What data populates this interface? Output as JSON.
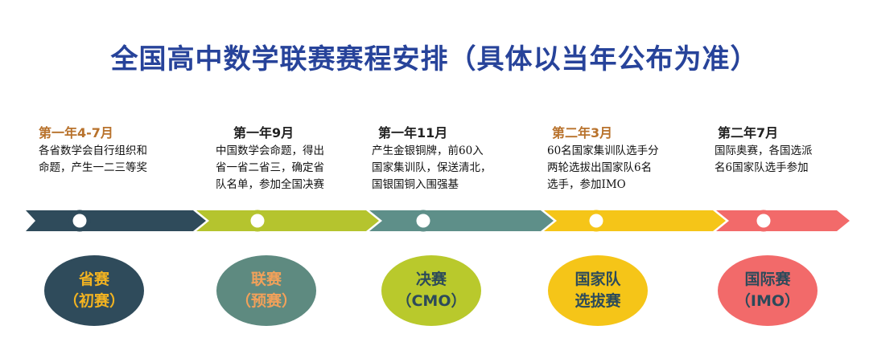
{
  "title": "全国高中数学联赛赛程安排（具体以当年公布为准）",
  "stages": [
    {
      "date": "第一年4-7月",
      "desc": "各省数学会自行组织和\n命题，产生一二三等奖",
      "name_line1": "省赛",
      "name_line2": "（初赛）",
      "color": "#2f4b5b",
      "text_color": "#f2b321",
      "date_color": "#b8722c"
    },
    {
      "date": "第一年9月",
      "desc": "中国数学会命题，得出\n省一省二省三，确定省\n队名单，参加全国决赛",
      "name_line1": "联赛",
      "name_line2": "（预赛）",
      "color": "#b5c42e",
      "oval_color": "#5e8a80",
      "text_color": "#f2a15a",
      "date_color": "#222222"
    },
    {
      "date": "第一年11月",
      "desc": "产生金银铜牌，前60入\n国家集训队，保送清北，\n国银国铜入围强基",
      "name_line1": "决赛",
      "name_line2": "（CMO）",
      "color": "#5e8f89",
      "oval_color": "#b9c92c",
      "text_color": "#2c4a5a",
      "date_color": "#222222"
    },
    {
      "date": "第二年3月",
      "desc": "60名国家集训队选手分\n两轮选拔出国家队6名\n选手，参加IMO",
      "name_line1": "国家队",
      "name_line2": "选拔赛",
      "color": "#f5c518",
      "text_color": "#2c4a5a",
      "date_color": "#b8722c"
    },
    {
      "date": "第二年7月",
      "desc": "国际奥赛，各国选派\n名6国家队选手参加",
      "name_line1": "国际赛",
      "name_line2": "（IMO）",
      "color": "#f26a6a",
      "text_color": "#2c4a5a",
      "date_color": "#222222"
    }
  ]
}
